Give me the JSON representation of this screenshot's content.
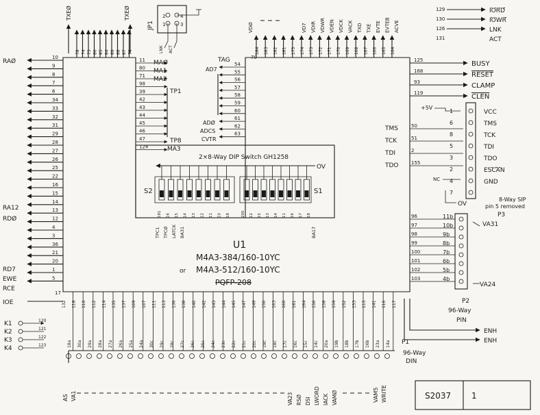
{
  "header": {
    "top_left_bus": [
      "TXEØ",
      "TXEØ"
    ],
    "top_right_pins": [
      "129",
      "130",
      "126",
      "131"
    ],
    "top_right_signals": [
      "IORD",
      "IOWR",
      "LNK",
      "ACT"
    ],
    "jp1_label": "JP1",
    "jp1_pin_labels": [
      "2",
      "4",
      "1",
      "3"
    ],
    "jp1_wires": [
      "LNK",
      "ACT"
    ]
  },
  "top_pins": {
    "left_numbers": [
      "78",
      "74",
      "73",
      "86",
      "85",
      "84",
      "89",
      "88",
      "87",
      "76"
    ],
    "right_numbers": [
      "184",
      "183",
      "182",
      "181",
      "175",
      "174",
      "173",
      "172",
      "171",
      "170",
      "169",
      "168",
      "167",
      "166",
      "165",
      "164"
    ],
    "right_signals": [
      "VDØ",
      "VD7",
      "VDIR",
      "VDWR",
      "VDEN",
      "VDCK",
      "VACK",
      "TXD",
      "TXE",
      "EVTE",
      "EVTEB",
      "ACVE"
    ],
    "tag_label": "TAG",
    "tag_pin": "70"
  },
  "left_side": {
    "top_labels": [
      "RAØ"
    ],
    "numbers": [
      "10",
      "9",
      "8",
      "7",
      "6",
      "34",
      "33",
      "32",
      "31",
      "29",
      "28",
      "27",
      "26",
      "25",
      "22",
      "16",
      "15",
      "14",
      "13",
      "12",
      "4",
      "3",
      "36",
      "21",
      "20",
      "1",
      "5",
      "17"
    ],
    "signals": [
      "RA12",
      "RDØ",
      "RD7",
      "EWE",
      "RCE",
      "IOE"
    ]
  },
  "inner_left": {
    "numbers": [
      "11",
      "80",
      "71",
      "98",
      "39",
      "42",
      "43",
      "44",
      "45",
      "46",
      "47",
      "124"
    ],
    "signals": [
      "MAØ",
      "MA1",
      "MA2",
      "TP1",
      "TP8",
      "MA3"
    ]
  },
  "inner_right": {
    "numbers": [
      "54",
      "55",
      "56",
      "57",
      "58",
      "59",
      "60",
      "61",
      "62",
      "63"
    ],
    "signals": [
      "AD7",
      "ADØ",
      "ADCS",
      "CVTR"
    ]
  },
  "right_side": {
    "numbers": [
      "125",
      "168",
      "93",
      "119"
    ],
    "signals": [
      "BUSY",
      "RESET",
      "CLAMP",
      "CLEN"
    ]
  },
  "p3": {
    "pins": [
      "1",
      "6",
      "8",
      "5",
      "3",
      "2",
      "4",
      "7"
    ],
    "labels": [
      "VCC",
      "TMS",
      "TCK",
      "TDI",
      "TDO",
      "ESCAN",
      "GND"
    ],
    "left_signals": [
      "TMS",
      "TCK",
      "TDI",
      "TDO"
    ],
    "left_numbers": [
      "50",
      "51",
      "2",
      "155"
    ],
    "supply": "+5V",
    "nc": "NC",
    "ground": "OV",
    "desc": [
      "8-Way SIP",
      "pin 5 removed",
      "P3"
    ]
  },
  "switch": {
    "title": "2×8-Way DIP Switch GH1258",
    "ov": "OV",
    "s2": "S2",
    "s1": "S1",
    "under_left": [
      "181",
      "16",
      "15",
      "14",
      "13",
      "12",
      "11",
      "10",
      "18"
    ],
    "under_right": [
      "200",
      "12",
      "15",
      "13",
      "14",
      "11",
      "16",
      "17",
      "18"
    ],
    "bottom_signals": [
      "TPC1",
      "TPCØ",
      "LATCK",
      "BA31",
      "BA17"
    ]
  },
  "chip": {
    "name": "U1",
    "line1": "M4A3-384/160-10YC",
    "line2_prefix": "or",
    "line2": "M4A3-512/160-10YC",
    "package": "PQFP-208"
  },
  "p2": {
    "left_numbers": [
      "96",
      "97",
      "98",
      "99",
      "100",
      "101",
      "102",
      "103"
    ],
    "pins": [
      "11b",
      "10b",
      "9b",
      "8b",
      "7b",
      "6b",
      "5b",
      "4b"
    ],
    "top_signal": "VA31",
    "bottom_signal": "VA24",
    "desc": [
      "P2",
      "96-Way",
      "PIN"
    ]
  },
  "bottom_pins": {
    "numbers": [
      "132",
      "118",
      "110",
      "112",
      "114",
      "135",
      "137",
      "109",
      "107",
      "111",
      "113",
      "136",
      "138",
      "140",
      "142",
      "143",
      "144",
      "145",
      "147",
      "149",
      "150",
      "163",
      "160",
      "161",
      "164",
      "156",
      "158",
      "159",
      "152",
      "153",
      "115",
      "141",
      "116",
      "117"
    ],
    "p1_pins": [
      "18a",
      "30a",
      "29a",
      "28a",
      "27a",
      "26a",
      "25a",
      "24a",
      "30c",
      "29c",
      "28c",
      "27c",
      "26c",
      "25c",
      "24c",
      "23c",
      "22c",
      "21c",
      "20c",
      "19c",
      "18c",
      "17c",
      "16c",
      "15c",
      "14c",
      "20a",
      "19b",
      "18b",
      "17b",
      "16b",
      "23a",
      "14a"
    ]
  },
  "enh": {
    "signals": [
      "ENH",
      "ENH"
    ]
  },
  "p1": {
    "desc": [
      "P1",
      "96-Way",
      "DIN"
    ]
  },
  "k_keys": {
    "labels": [
      "K1",
      "K2",
      "K3",
      "K4"
    ],
    "numbers": [
      "120",
      "121",
      "122",
      "123"
    ]
  },
  "bottom_labels": {
    "left": [
      "AS",
      "VA1"
    ],
    "middle": [
      "VA23",
      "RSØ",
      "DSI",
      "LWORD",
      "IACK",
      "VAMØ"
    ],
    "right": [
      "VAM5",
      "WRITE"
    ]
  },
  "title_block": {
    "drawing_no": "S2037",
    "sheet": "1"
  }
}
